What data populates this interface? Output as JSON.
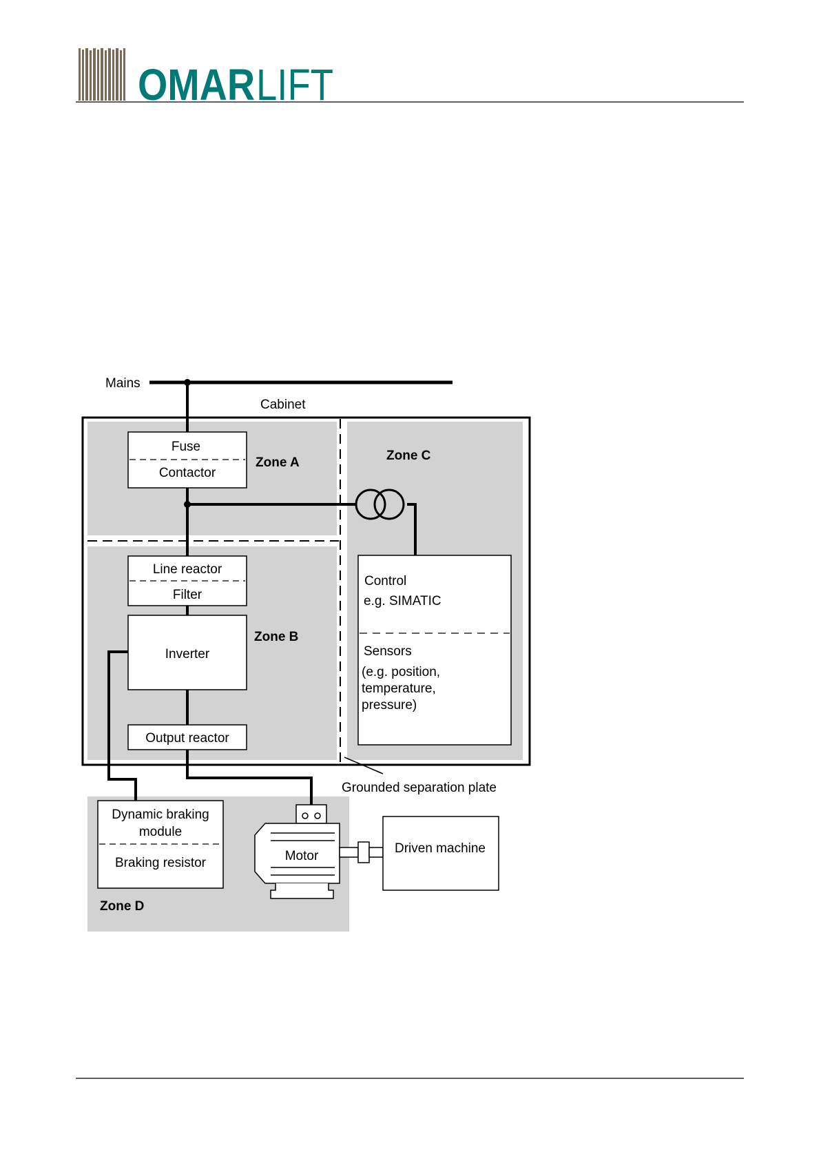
{
  "header": {
    "logo": {
      "bold": "OMAR",
      "thin": "LIFT",
      "color": "#007a76",
      "stripe_color": "#7a6a55"
    }
  },
  "diagram": {
    "mains": "Mains",
    "cabinet": "Cabinet",
    "zone_a": "Zone A",
    "zone_b": "Zone B",
    "zone_c": "Zone C",
    "zone_d": "Zone D",
    "fuse": "Fuse",
    "contactor": "Contactor",
    "line_reactor": "Line reactor",
    "filter": "Filter",
    "inverter": "Inverter",
    "output_reactor": "Output reactor",
    "control": "Control",
    "control_example": "e.g. SIMATIC",
    "sensors": "Sensors",
    "sensors_line1": "(e.g. position,",
    "sensors_line2": "temperature,",
    "sensors_line3": "pressure)",
    "separation_plate": "Grounded separation plate",
    "dbm_line1": "Dynamic braking",
    "dbm_line2": "module",
    "braking_resistor": "Braking resistor",
    "motor": "Motor",
    "driven_machine": "Driven machine",
    "zone_fill": "#d2d2d2"
  }
}
